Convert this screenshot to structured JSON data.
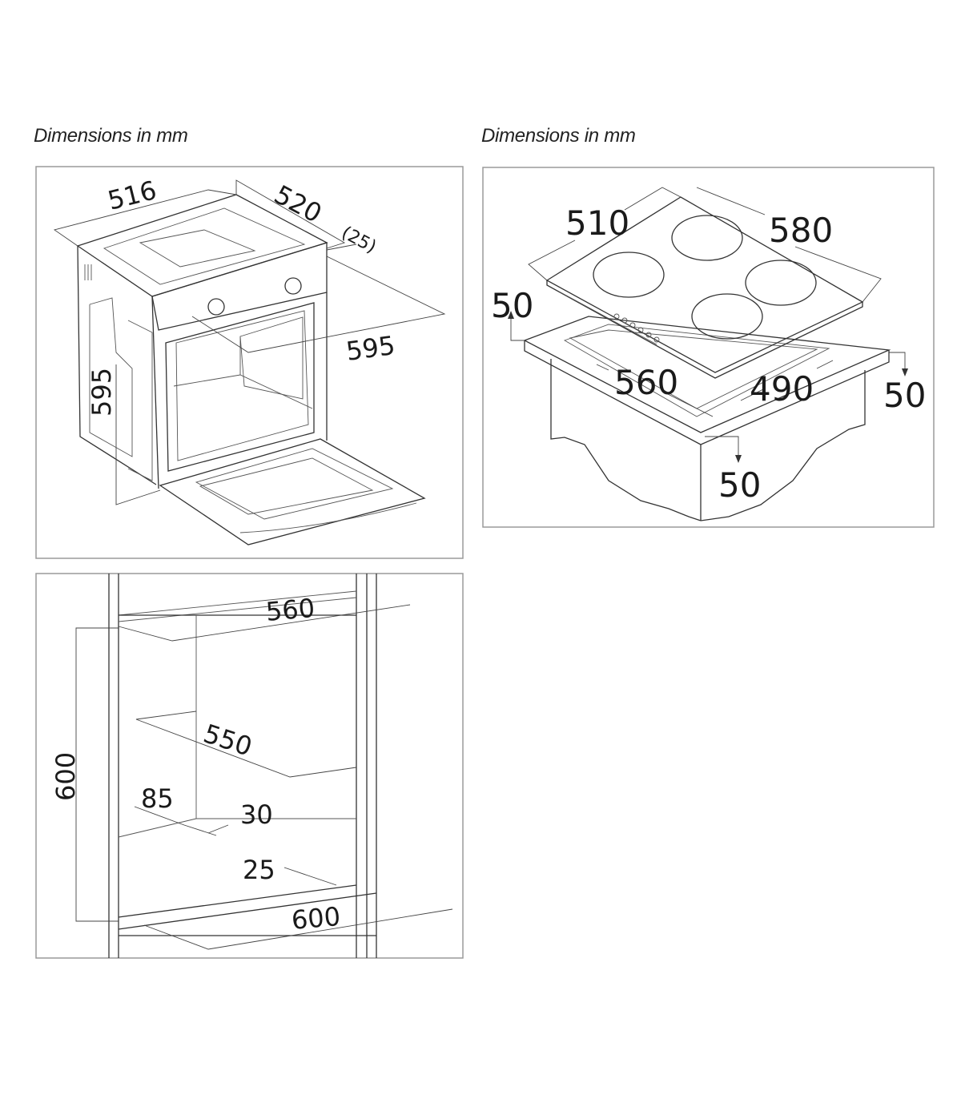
{
  "titles": {
    "oven": "Dimensions in mm",
    "hob": "Dimensions in mm"
  },
  "oven": {
    "width": "516",
    "depth": "520",
    "front_offset": "(25)",
    "diagonal": "595",
    "height": "595"
  },
  "niche": {
    "width_top": "560",
    "depth": "550",
    "height": "600",
    "vent_depth": "85",
    "vent_gap": "30",
    "front_gap": "25",
    "width_bottom": "600"
  },
  "hob": {
    "depth": "510",
    "width": "580",
    "clear_left": "50",
    "cutout_width": "560",
    "cutout_depth": "490",
    "clear_right": "50",
    "clear_front": "50"
  }
}
